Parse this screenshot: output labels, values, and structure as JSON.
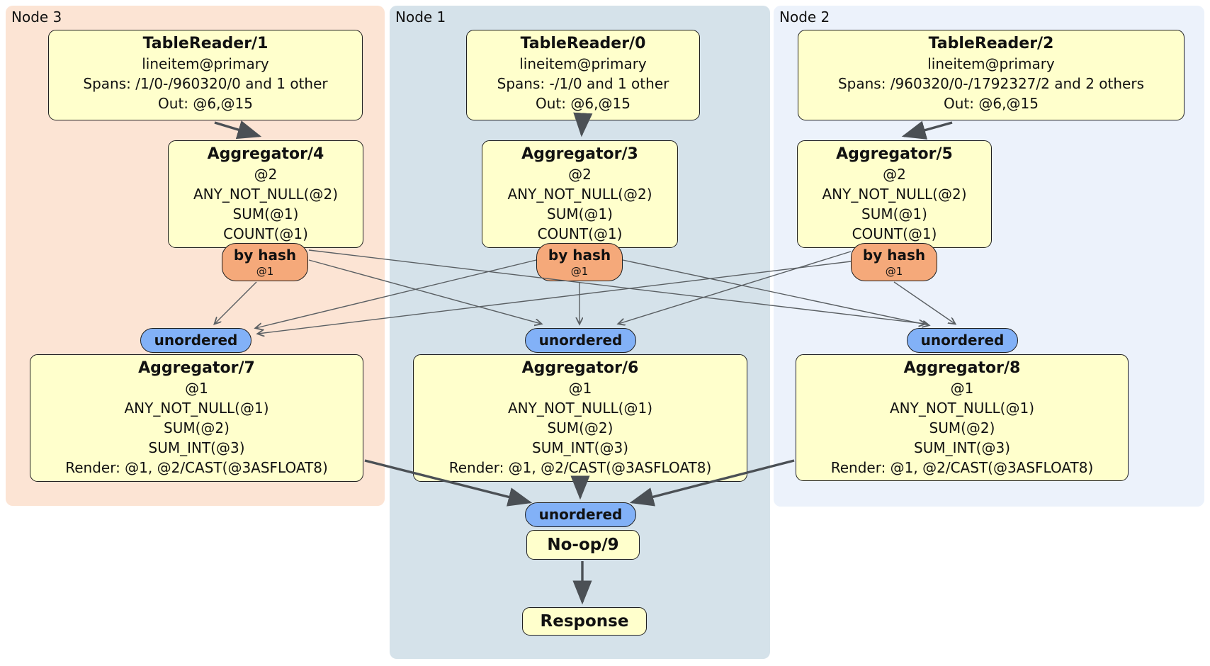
{
  "diagram_title": "distsql-plan",
  "panels": {
    "node3": {
      "label": "Node 3"
    },
    "node1": {
      "label": "Node 1"
    },
    "node2": {
      "label": "Node 2"
    }
  },
  "processors": {
    "tr1": {
      "title": "TableReader/1",
      "lines": [
        "lineitem@primary",
        "Spans: /1/0-/960320/0 and 1 other",
        "Out: @6,@15"
      ]
    },
    "tr0": {
      "title": "TableReader/0",
      "lines": [
        "lineitem@primary",
        "Spans: -/1/0 and 1 other",
        "Out: @6,@15"
      ]
    },
    "tr2": {
      "title": "TableReader/2",
      "lines": [
        "lineitem@primary",
        "Spans: /960320/0-/1792327/2 and 2 others",
        "Out: @6,@15"
      ]
    },
    "agg4": {
      "title": "Aggregator/4",
      "lines": [
        "@2",
        "ANY_NOT_NULL(@2)",
        "SUM(@1)",
        "COUNT(@1)"
      ]
    },
    "agg3": {
      "title": "Aggregator/3",
      "lines": [
        "@2",
        "ANY_NOT_NULL(@2)",
        "SUM(@1)",
        "COUNT(@1)"
      ]
    },
    "agg5": {
      "title": "Aggregator/5",
      "lines": [
        "@2",
        "ANY_NOT_NULL(@2)",
        "SUM(@1)",
        "COUNT(@1)"
      ]
    },
    "agg7": {
      "title": "Aggregator/7",
      "lines": [
        "@1",
        "ANY_NOT_NULL(@1)",
        "SUM(@2)",
        "SUM_INT(@3)",
        "Render: @1, @2/CAST(@3ASFLOAT8)"
      ]
    },
    "agg6": {
      "title": "Aggregator/6",
      "lines": [
        "@1",
        "ANY_NOT_NULL(@1)",
        "SUM(@2)",
        "SUM_INT(@3)",
        "Render: @1, @2/CAST(@3ASFLOAT8)"
      ]
    },
    "agg8": {
      "title": "Aggregator/8",
      "lines": [
        "@1",
        "ANY_NOT_NULL(@1)",
        "SUM(@2)",
        "SUM_INT(@3)",
        "Render: @1, @2/CAST(@3ASFLOAT8)"
      ]
    },
    "noop": {
      "title": "No-op/9"
    },
    "response": {
      "title": "Response"
    }
  },
  "routers": {
    "by_hash": {
      "label": "by hash",
      "detail": "@1"
    }
  },
  "streams": {
    "unordered_label": "unordered"
  },
  "colors": {
    "node3_bg": "#fce4d4",
    "node1_bg": "#d5e2ea",
    "node2_bg": "#ecf2fb",
    "box_fill": "#ffffcc",
    "box_border": "#1f1f1f",
    "router_fill": "#f5a97a",
    "stream_fill": "#82b1f7",
    "edge_color": "#4b5055"
  }
}
